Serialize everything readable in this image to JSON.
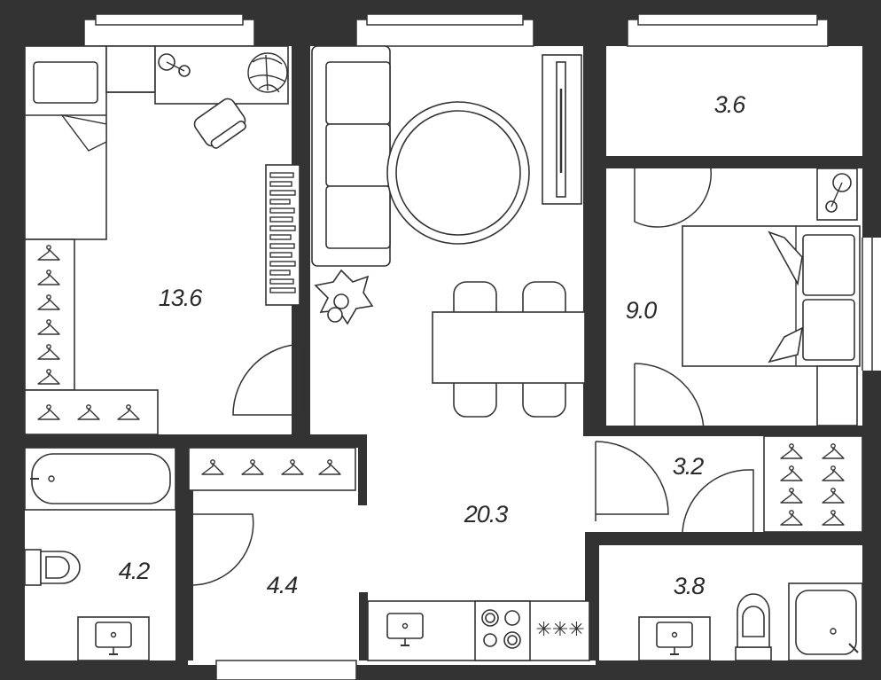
{
  "colors": {
    "wall": "#333333",
    "floor": "#ffffff",
    "line": "#333333",
    "text": "#2a2a2a"
  },
  "rooms": [
    {
      "id": "bedroom-left",
      "area": "13.6"
    },
    {
      "id": "storage-top",
      "area": "3.6"
    },
    {
      "id": "bedroom-right",
      "area": "9.0"
    },
    {
      "id": "corridor",
      "area": "3.2"
    },
    {
      "id": "living-kitchen",
      "area": "20.3"
    },
    {
      "id": "bathroom-left",
      "area": "4.2"
    },
    {
      "id": "hall",
      "area": "4.4"
    },
    {
      "id": "bathroom-right",
      "area": "3.8"
    }
  ],
  "icons": [
    "bed-icon",
    "desk-icon",
    "chair-icon",
    "lamp-icon",
    "plant-icon",
    "bookshelf-icon",
    "hanger-icon",
    "sofa-icon",
    "round-rug-icon",
    "tv-stand-icon",
    "dining-table-icon",
    "bathtub-icon",
    "toilet-icon",
    "sink-icon",
    "stove-icon",
    "shower-icon",
    "door-arc-icon",
    "window-icon"
  ]
}
